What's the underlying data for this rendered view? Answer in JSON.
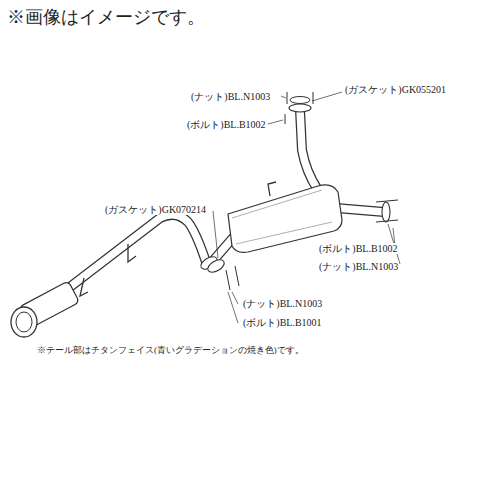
{
  "diagram": {
    "labels": [
      "※画像はイメージです。",
      "(ナット)BL.N1003",
      "(ガスケット)GK055201",
      "(ボルト)BL.B1002",
      "(ガスケット)GK070214",
      "(ボルト)BL.B1002",
      "(ナット)BL.N1003",
      "(ナット)BL.N1003",
      "(ボルト)BL.B1001",
      "※テール部はチタンフェイス(青いグラデーションの焼き色)です。"
    ]
  }
}
